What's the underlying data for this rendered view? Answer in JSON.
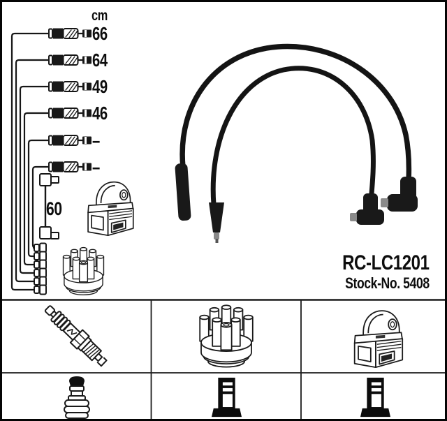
{
  "product": {
    "part_number": "RC-LC1201",
    "stock_label": "Stock-No. 5408"
  },
  "diagram": {
    "unit": "cm",
    "cable_lengths": [
      "66",
      "64",
      "49",
      "46",
      "–",
      "–"
    ],
    "coil_wire_length": "60"
  },
  "colors": {
    "ink": "#111111",
    "background": "#ffffff",
    "cable_black": "#161616"
  },
  "icons": {
    "top_section": [
      "ignition-coil",
      "distributor-cap",
      "ignition-cable-set-photo"
    ],
    "legend_row1": [
      "spark-plug",
      "distributor-cap",
      "ignition-coil"
    ],
    "legend_row2": [
      "plug-terminal-nut",
      "distributor-tower-terminal",
      "distributor-tower-terminal"
    ]
  }
}
